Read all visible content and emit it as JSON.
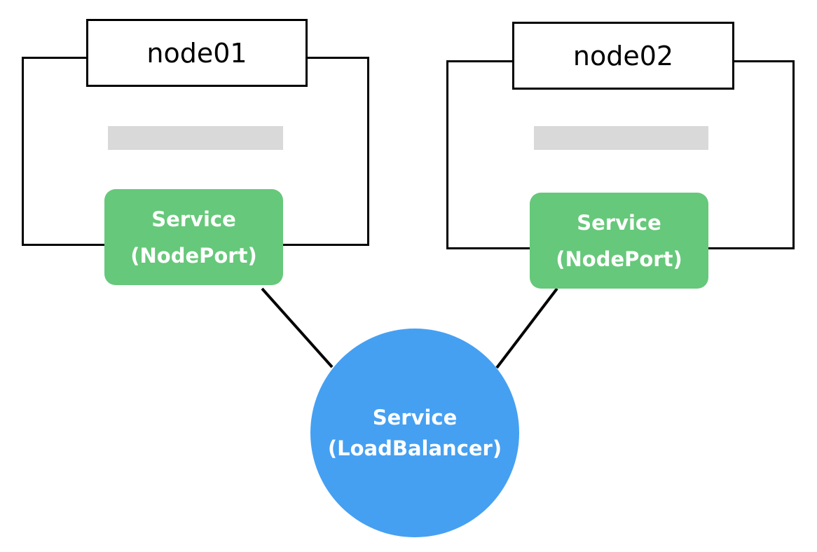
{
  "colors": {
    "node_border": "#000000",
    "placeholder": "#d9d9d9",
    "nodeport_fill": "#66c87a",
    "loadbalancer_fill": "#45a0f2",
    "service_text": "#ffffff"
  },
  "nodes": [
    {
      "title": "node01",
      "service": {
        "line1": "Service",
        "line2": "(NodePort)"
      }
    },
    {
      "title": "node02",
      "service": {
        "line1": "Service",
        "line2": "(NodePort)"
      }
    }
  ],
  "load_balancer": {
    "line1": "Service",
    "line2": "(LoadBalancer)"
  }
}
